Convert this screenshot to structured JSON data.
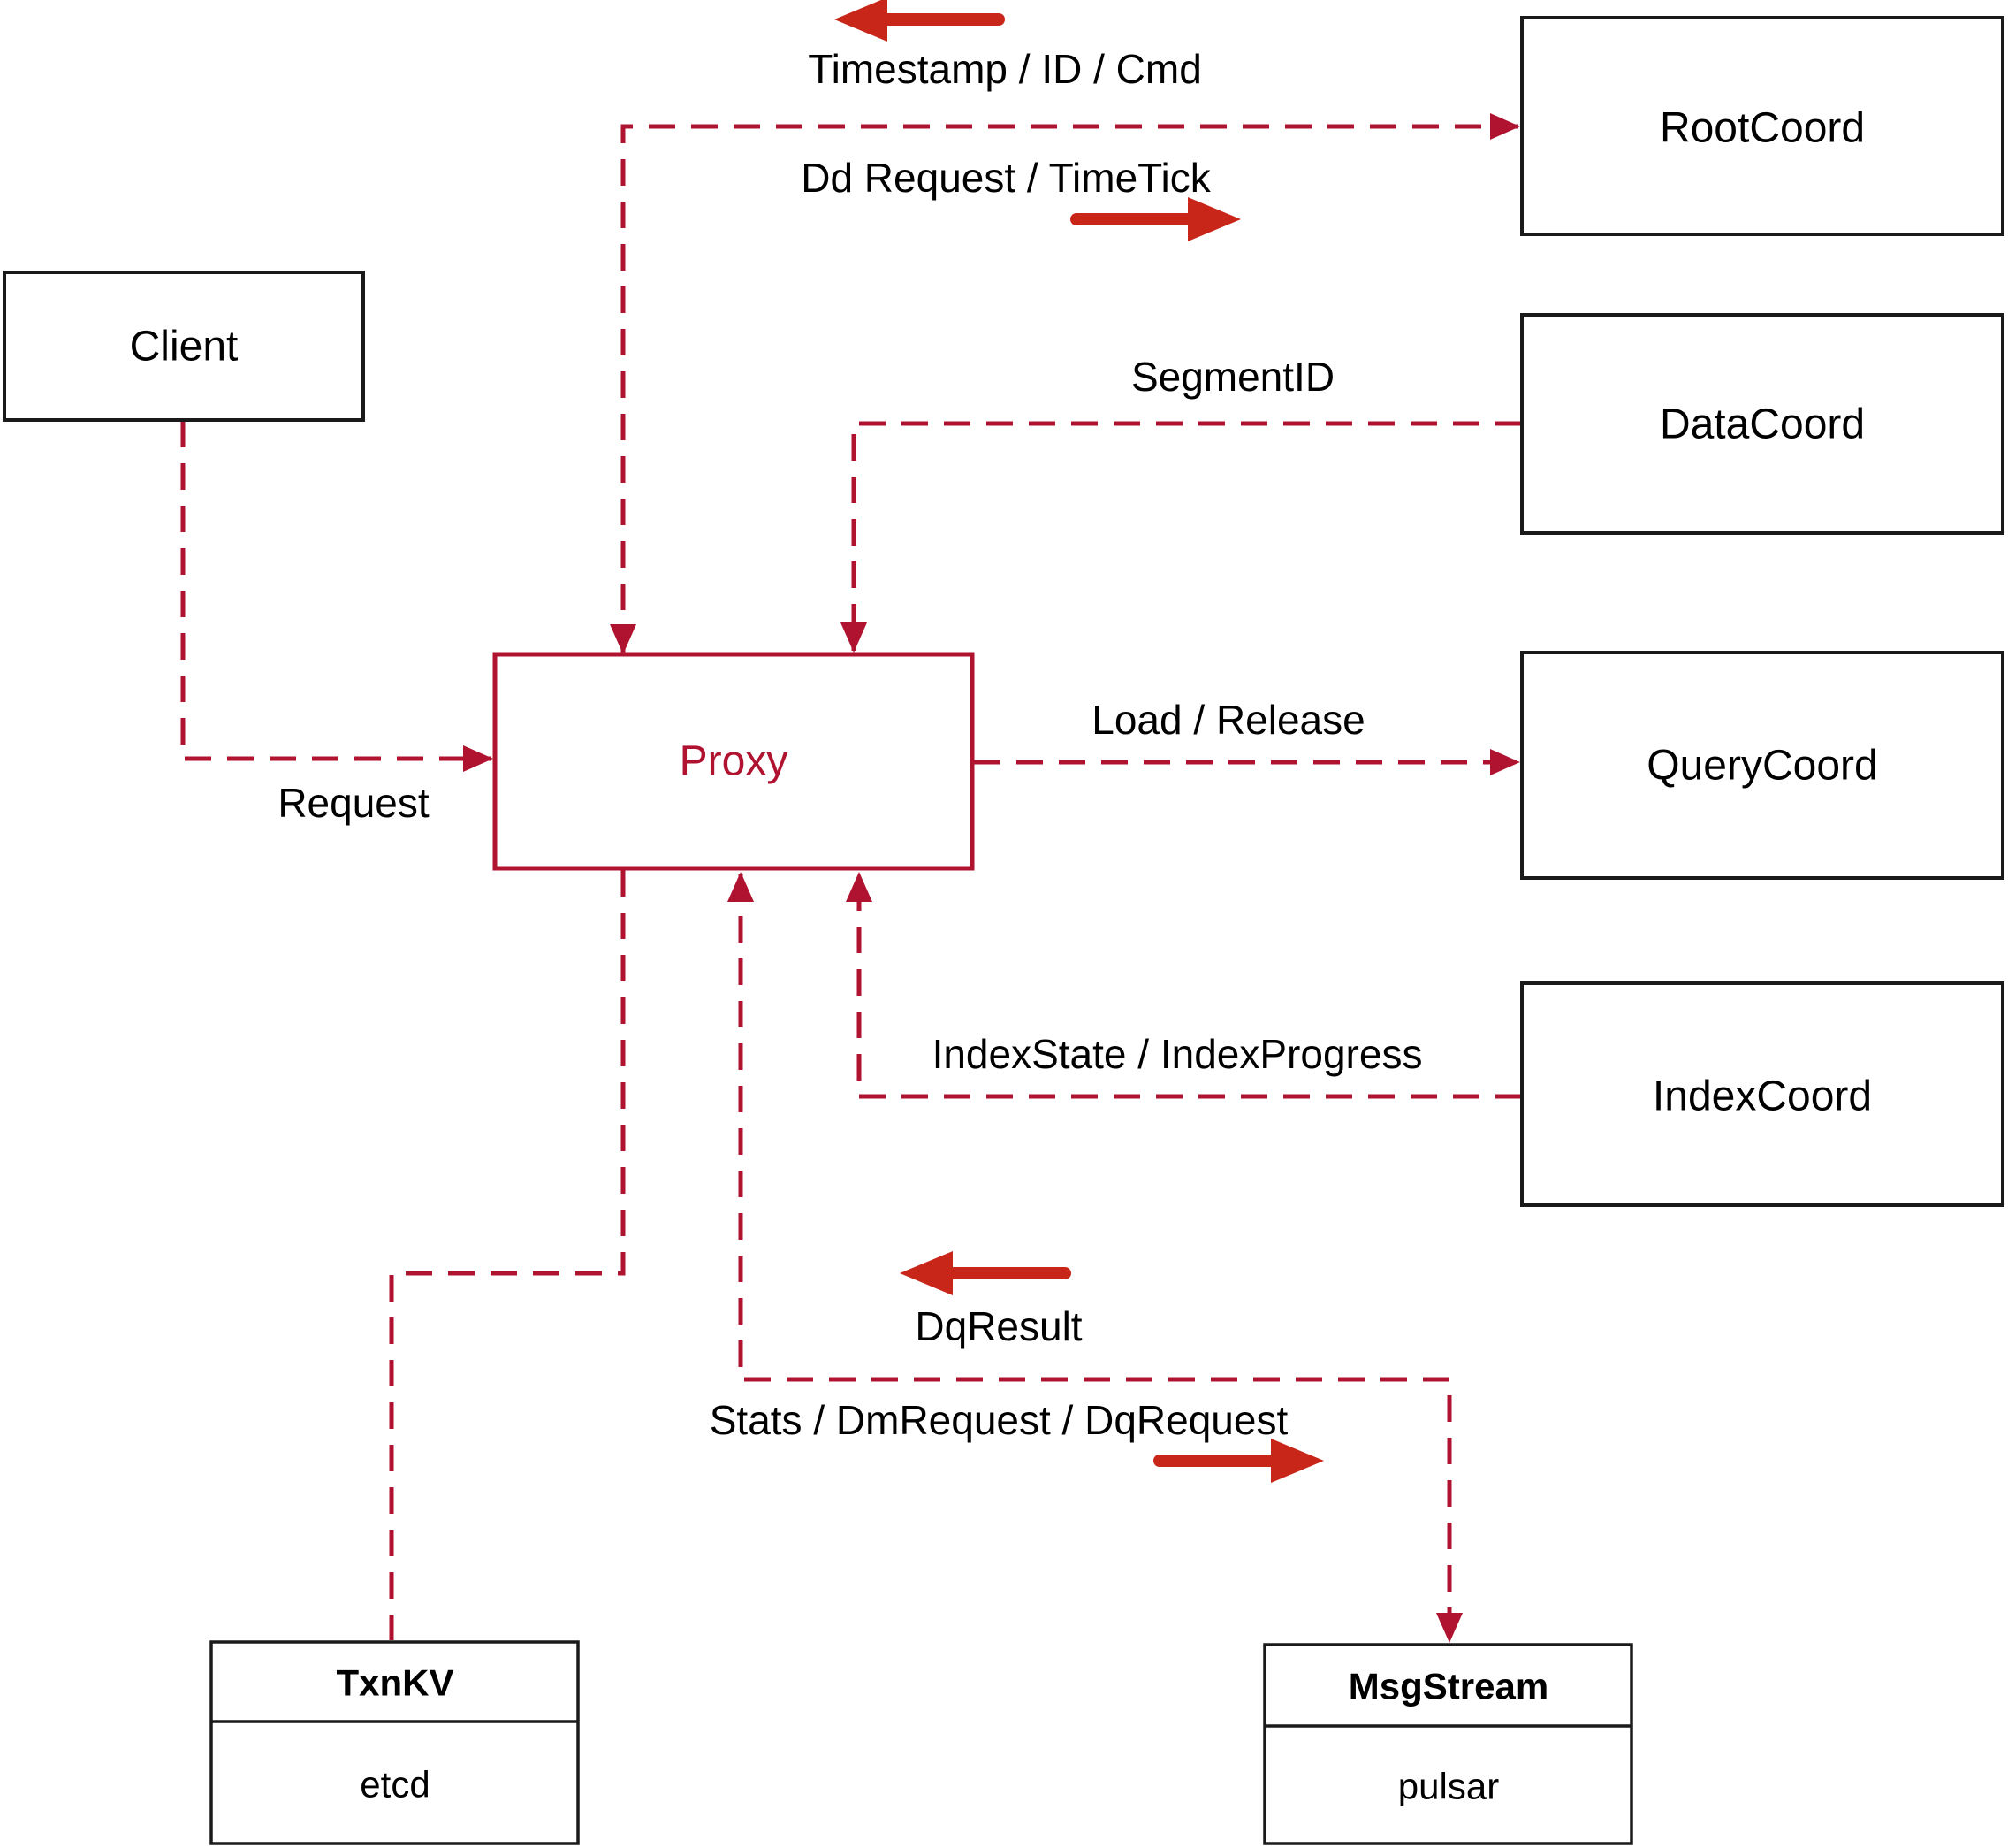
{
  "colors": {
    "connector": "#b01330",
    "block_arrow": "#c9261a",
    "box_border": "#1a1a1a",
    "text": "#000000",
    "background": "#ffffff"
  },
  "nodes": {
    "client": {
      "label": "Client"
    },
    "proxy": {
      "label": "Proxy"
    },
    "root_coord": {
      "label": "RootCoord"
    },
    "data_coord": {
      "label": "DataCoord"
    },
    "query_coord": {
      "label": "QueryCoord"
    },
    "index_coord": {
      "label": "IndexCoord"
    },
    "txn_kv": {
      "title": "TxnKV",
      "subtitle": "etcd"
    },
    "msg_stream": {
      "title": "MsgStream",
      "subtitle": "pulsar"
    }
  },
  "edge_labels": {
    "timestamp_id_cmd": "Timestamp / ID / Cmd",
    "dd_request_timetick": "Dd Request / TimeTick",
    "segment_id": "SegmentID",
    "request": "Request",
    "load_release": "Load / Release",
    "index_state_progress": "IndexState / IndexProgress",
    "dq_result": "DqResult",
    "stats_dm_dq_request": "Stats / DmRequest / DqRequest"
  }
}
